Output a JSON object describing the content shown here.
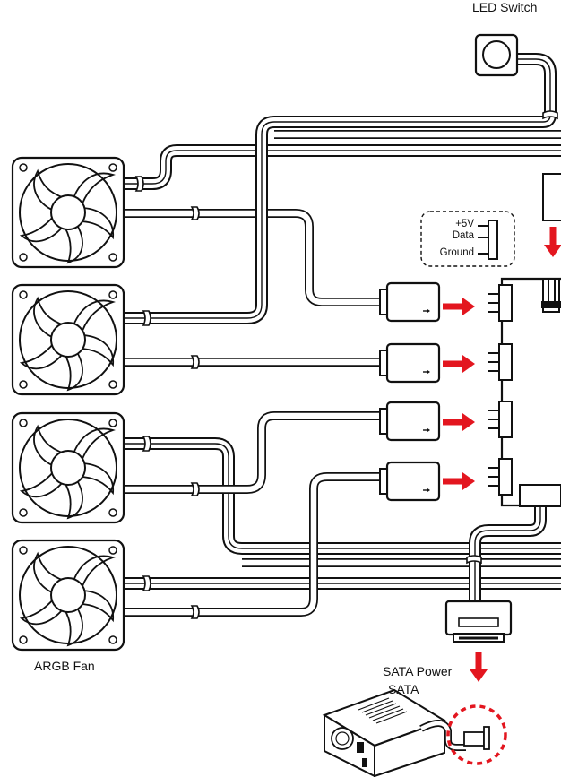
{
  "labels": {
    "led_switch": "LED Switch",
    "argb_fan": "ARGB Fan",
    "sata_power": "SATA Power",
    "sata": "SATA"
  },
  "pinout": {
    "plus5v": "+5V",
    "data": "Data",
    "ground": "Ground"
  },
  "colors": {
    "line": "#111111",
    "arrow": "#e3161f",
    "highlight": "#e3161f"
  },
  "fan_count": 4,
  "connector_count": 4,
  "icons": [
    "fan-icon",
    "led-switch-icon",
    "argb-connector-icon",
    "arrow-right-icon",
    "arrow-down-icon",
    "power-supply-icon",
    "sata-connector-icon"
  ]
}
